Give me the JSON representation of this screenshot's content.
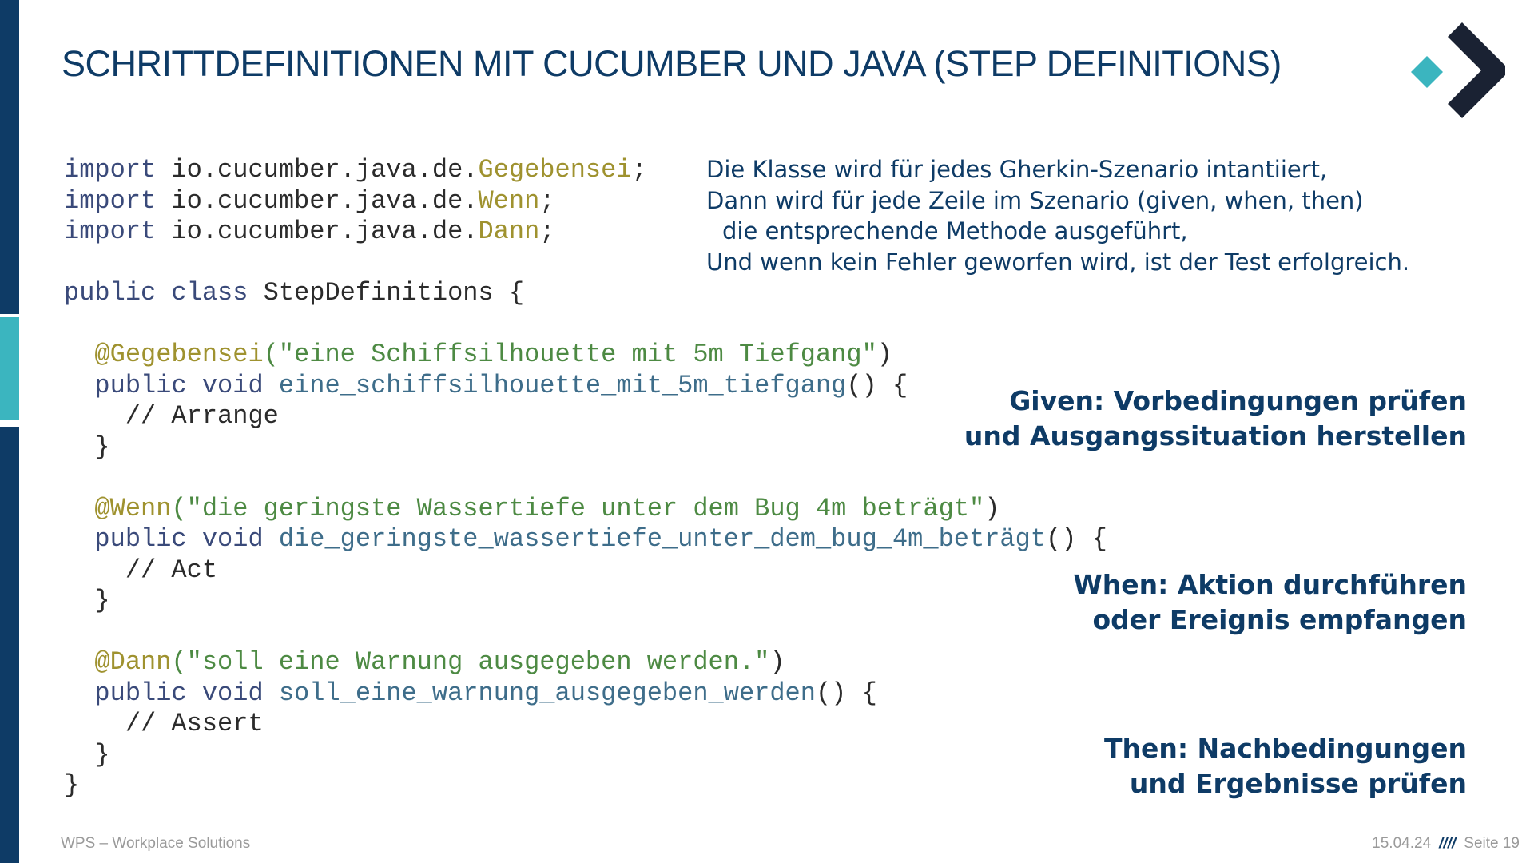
{
  "slide": {
    "title": "SCHRITTDEFINITIONEN MIT CUCUMBER UND JAVA (STEP DEFINITIONS)",
    "colors": {
      "navy": "#0e3b66",
      "teal": "#3bb5bf",
      "logo_dark": "#1a2233",
      "annotation": "#9f922f",
      "string": "#4d8a43",
      "keyword": "#3a4a7a"
    },
    "logo_icon": "wps-arrow-logo-icon"
  },
  "code": {
    "import_kw": "import",
    "package": " io.cucumber.java.de.",
    "semicolon": ";",
    "imports": [
      "Gegebensei",
      "Wenn",
      "Dann"
    ],
    "class_kw": "public class",
    "class_name": " StepDefinitions {",
    "method_kw": "public void",
    "open_brace": "() {",
    "close_paren": ")",
    "close_brace": "}",
    "steps": [
      {
        "annotation": "@Gegebensei",
        "string": "(\"eine Schiffsilhouette mit 5m Tiefgang\"",
        "method": "eine_schiffsilhouette_mit_5m_tiefgang",
        "comment": "// Arrange"
      },
      {
        "annotation": "@Wenn",
        "string": "(\"die geringste Wassertiefe unter dem Bug 4m beträgt\"",
        "method": "die_geringste_wassertiefe_unter_dem_bug_4m_beträgt",
        "comment": "// Act"
      },
      {
        "annotation": "@Dann",
        "string": "(\"soll eine Warnung ausgegeben werden.\"",
        "method": "soll_eine_warnung_ausgegeben_werden",
        "comment": "// Assert"
      }
    ]
  },
  "note": [
    "Die Klasse wird für jedes Gherkin-Szenario intantiiert,",
    "Dann wird für jede Zeile im Szenario (given, when, then)",
    "die entsprechende Methode ausgeführt,",
    "Und wenn kein Fehler geworfen wird, ist der Test erfolgreich."
  ],
  "labels": {
    "given": [
      "Given: Vorbedingungen prüfen",
      "und Ausgangssituation herstellen"
    ],
    "when": [
      "When: Aktion durchführen",
      "oder Ereignis empfangen"
    ],
    "then": [
      "Then: Nachbedingungen",
      "und Ergebnisse prüfen"
    ]
  },
  "footer": {
    "company": "WPS – Workplace Solutions",
    "date": "15.04.24",
    "separator": "////",
    "page": "Seite 19"
  }
}
